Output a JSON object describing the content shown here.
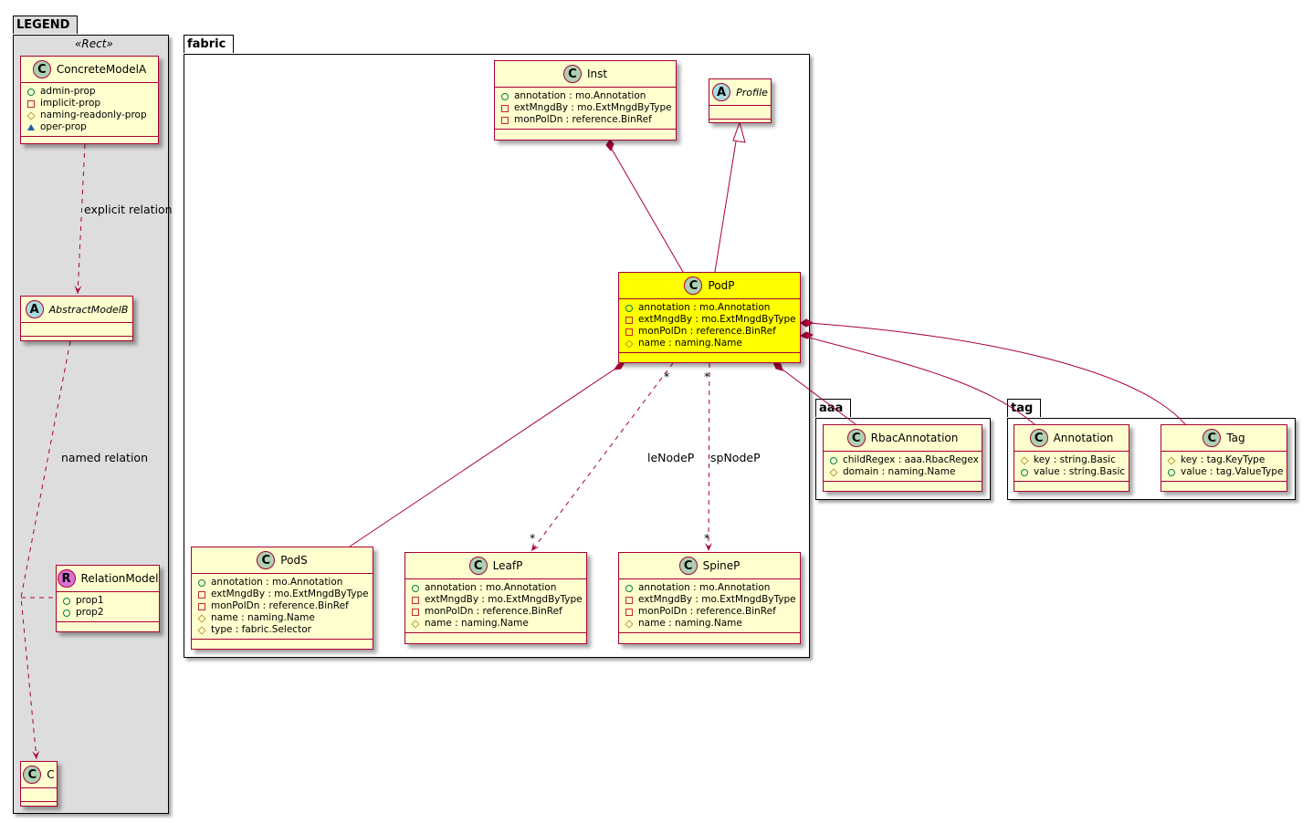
{
  "packages": {
    "legend": {
      "name": "LEGEND",
      "stereotype": "«Rect»"
    },
    "fabric": {
      "name": "fabric"
    },
    "aaa": {
      "name": "aaa"
    },
    "tag": {
      "name": "tag"
    }
  },
  "classes": {
    "concrete_model_a": {
      "name": "ConcreteModelA",
      "kind": "C",
      "members": [
        {
          "vis": "+",
          "text": "admin-prop"
        },
        {
          "vis": "-",
          "text": "implicit-prop"
        },
        {
          "vis": "#",
          "text": "naming-readonly-prop"
        },
        {
          "vis": "~",
          "text": "oper-prop"
        }
      ]
    },
    "abstract_model_b": {
      "name": "AbstractModelB",
      "kind": "A",
      "members": []
    },
    "relation_model": {
      "name": "RelationModel",
      "kind": "R",
      "members": [
        {
          "vis": "+",
          "text": "prop1"
        },
        {
          "vis": "+",
          "text": "prop2"
        }
      ]
    },
    "c": {
      "name": "C",
      "kind": "C",
      "members": []
    },
    "inst": {
      "name": "Inst",
      "kind": "C",
      "members": [
        {
          "vis": "+",
          "text": "annotation : mo.Annotation"
        },
        {
          "vis": "-",
          "text": "extMngdBy : mo.ExtMngdByType"
        },
        {
          "vis": "-",
          "text": "monPolDn : reference.BinRef"
        }
      ]
    },
    "profile": {
      "name": "Profile",
      "kind": "A",
      "members": []
    },
    "podp": {
      "name": "PodP",
      "kind": "C",
      "highlight": true,
      "members": [
        {
          "vis": "+",
          "text": "annotation : mo.Annotation"
        },
        {
          "vis": "-",
          "text": "extMngdBy : mo.ExtMngdByType"
        },
        {
          "vis": "-",
          "text": "monPolDn : reference.BinRef"
        },
        {
          "vis": "#",
          "text": "name : naming.Name"
        }
      ]
    },
    "pods": {
      "name": "PodS",
      "kind": "C",
      "members": [
        {
          "vis": "+",
          "text": "annotation : mo.Annotation"
        },
        {
          "vis": "-",
          "text": "extMngdBy : mo.ExtMngdByType"
        },
        {
          "vis": "-",
          "text": "monPolDn : reference.BinRef"
        },
        {
          "vis": "#",
          "text": "name : naming.Name"
        },
        {
          "vis": "#",
          "text": "type : fabric.Selector"
        }
      ]
    },
    "leafp": {
      "name": "LeafP",
      "kind": "C",
      "members": [
        {
          "vis": "+",
          "text": "annotation : mo.Annotation"
        },
        {
          "vis": "-",
          "text": "extMngdBy : mo.ExtMngdByType"
        },
        {
          "vis": "-",
          "text": "monPolDn : reference.BinRef"
        },
        {
          "vis": "#",
          "text": "name : naming.Name"
        }
      ]
    },
    "spinep": {
      "name": "SpineP",
      "kind": "C",
      "members": [
        {
          "vis": "+",
          "text": "annotation : mo.Annotation"
        },
        {
          "vis": "-",
          "text": "extMngdBy : mo.ExtMngdByType"
        },
        {
          "vis": "-",
          "text": "monPolDn : reference.BinRef"
        },
        {
          "vis": "#",
          "text": "name : naming.Name"
        }
      ]
    },
    "rbac_annotation": {
      "name": "RbacAnnotation",
      "kind": "C",
      "members": [
        {
          "vis": "+",
          "text": "childRegex : aaa.RbacRegex"
        },
        {
          "vis": "#",
          "text": "domain : naming.Name"
        }
      ]
    },
    "annotation": {
      "name": "Annotation",
      "kind": "C",
      "members": [
        {
          "vis": "#",
          "text": "key : string.Basic"
        },
        {
          "vis": "+",
          "text": "value : string.Basic"
        }
      ]
    },
    "tag": {
      "name": "Tag",
      "kind": "C",
      "members": [
        {
          "vis": "#",
          "text": "key : tag.KeyType"
        },
        {
          "vis": "+",
          "text": "value : tag.ValueType"
        }
      ]
    }
  },
  "relations": {
    "explicit": "explicit relation",
    "named": "named relation",
    "leaf_role": "leNodeP",
    "spine_role": "spNodeP",
    "mult_leaf_src": "*",
    "mult_leaf_dst": "*",
    "mult_spine_src": "*",
    "mult_spine_dst": "*"
  },
  "colors": {
    "line": "#A80036",
    "class_fill": "#FEFECE",
    "highlight": "#FFFF00",
    "legend_bg": "#DDDDDD"
  }
}
